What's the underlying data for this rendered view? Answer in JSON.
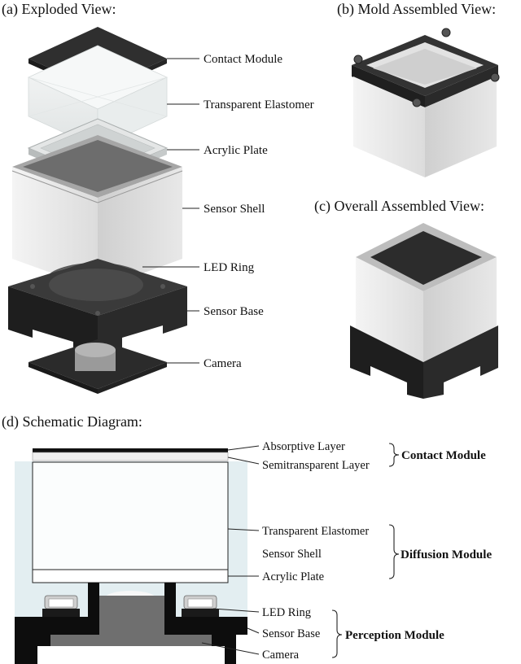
{
  "captions": {
    "a": "(a) Exploded View:",
    "b": "(b) Mold Assembled View:",
    "c": "(c) Overall Assembled View:",
    "d": "(d) Schematic Diagram:"
  },
  "exploded_labels": {
    "contact_module": "Contact Module",
    "transparent_elastomer": "Transparent Elastomer",
    "acrylic_plate": "Acrylic Plate",
    "sensor_shell": "Sensor Shell",
    "led_ring": "LED Ring",
    "sensor_base": "Sensor Base",
    "camera": "Camera"
  },
  "schematic_labels": {
    "absorptive_layer": "Absorptive Layer",
    "semitransparent_layer": "Semitransparent Layer",
    "transparent_elastomer": "Transparent Elastomer",
    "sensor_shell": "Sensor Shell",
    "acrylic_plate": "Acrylic Plate",
    "led_ring": "LED Ring",
    "sensor_base": "Sensor Base",
    "camera": "Camera"
  },
  "modules": {
    "contact": "Contact Module",
    "diffusion": "Diffusion Module",
    "perception": "Perception Module"
  }
}
